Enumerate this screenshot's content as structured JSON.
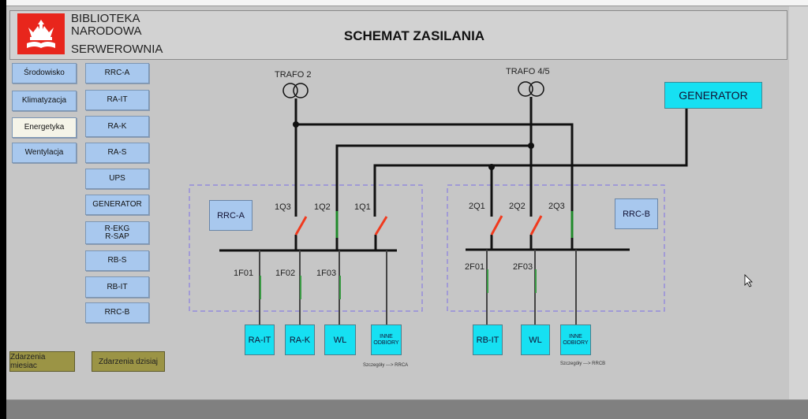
{
  "header": {
    "brand": [
      "BIBLIOTEKA",
      "NARODOWA",
      "SERWEROWNIA"
    ],
    "title": "SCHEMAT ZASILANIA"
  },
  "nav_left": [
    {
      "label": "Środowisko"
    },
    {
      "label": "Klimatyzacja"
    },
    {
      "label": "Energetyka",
      "active": true
    },
    {
      "label": "Wentylacja"
    }
  ],
  "nav_right": [
    {
      "label": "RRC-A"
    },
    {
      "label": "RA-IT"
    },
    {
      "label": "RA-K"
    },
    {
      "label": "RA-S"
    },
    {
      "label": "UPS"
    },
    {
      "label": "GENERATOR"
    },
    {
      "label": "R-EKG R-SAP"
    },
    {
      "label": "RB-S"
    },
    {
      "label": "RB-IT"
    },
    {
      "label": "RRC-B"
    }
  ],
  "events": {
    "month": "Zdarzenia miesiac",
    "today": "Zdarzenia dzisiaj"
  },
  "diagram": {
    "trafo2": "TRAFO 2",
    "trafo45": "TRAFO 4/5",
    "generator": "GENERATOR",
    "rrca": "RRC-A",
    "rrcb": "RRC-B",
    "switches_a": [
      {
        "label": "1Q3",
        "state": "open"
      },
      {
        "label": "1Q2",
        "state": "closed"
      },
      {
        "label": "1Q1",
        "state": "open"
      }
    ],
    "switches_b": [
      {
        "label": "2Q1",
        "state": "open"
      },
      {
        "label": "2Q2",
        "state": "open"
      },
      {
        "label": "2Q3",
        "state": "closed"
      }
    ],
    "feeders_a": [
      "1F01",
      "1F02",
      "1F03"
    ],
    "feeders_b": [
      "2F01",
      "2F03"
    ],
    "loads_a": [
      "RA-IT",
      "RA-K",
      "WL",
      "INNE ODBIORY"
    ],
    "loads_b": [
      "RB-IT",
      "WL",
      "INNE ODBIORY"
    ],
    "details_a": "Szczegóły ---> RRCA",
    "details_b": "Szczegóły ---> RRCB"
  },
  "colors": {
    "open": "#f03a1e",
    "closed": "#1f8a2a",
    "load": "#16e0f2",
    "nav": "#a8c8ee"
  }
}
